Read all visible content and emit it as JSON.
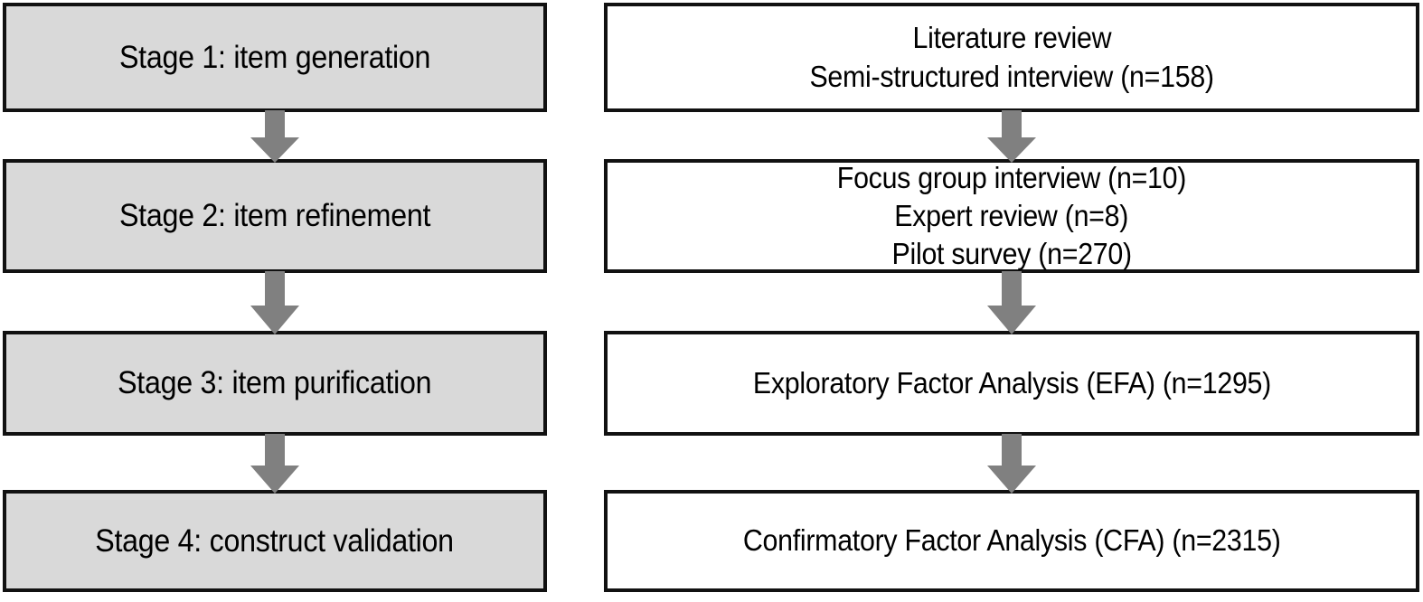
{
  "diagram": {
    "title": "Scale development procedure flowchart",
    "colors": {
      "stage_fill": "#d9d9d9",
      "detail_fill": "#ffffff",
      "border": "#111111",
      "arrow": "#808080",
      "text": "#000000"
    },
    "stages": [
      {
        "label": "Stage 1: item generation"
      },
      {
        "label": "Stage 2: item refinement"
      },
      {
        "label": "Stage 3: item purification"
      },
      {
        "label": "Stage 4: construct validation"
      }
    ],
    "details": [
      {
        "lines": [
          "Literature review",
          "Semi-structured interview  (n=158)"
        ]
      },
      {
        "lines": [
          "Focus group interview  (n=10)",
          "Expert review  (n=8)",
          "Pilot survey  (n=270)"
        ]
      },
      {
        "lines": [
          "Exploratory Factor Analysis (EFA)  (n=1295)"
        ]
      },
      {
        "lines": [
          "Confirmatory Factor Analysis (CFA)  (n=2315)"
        ]
      }
    ],
    "arrows": {
      "icon": "arrow-down-icon",
      "count_per_column": 3,
      "direction": "down"
    }
  }
}
